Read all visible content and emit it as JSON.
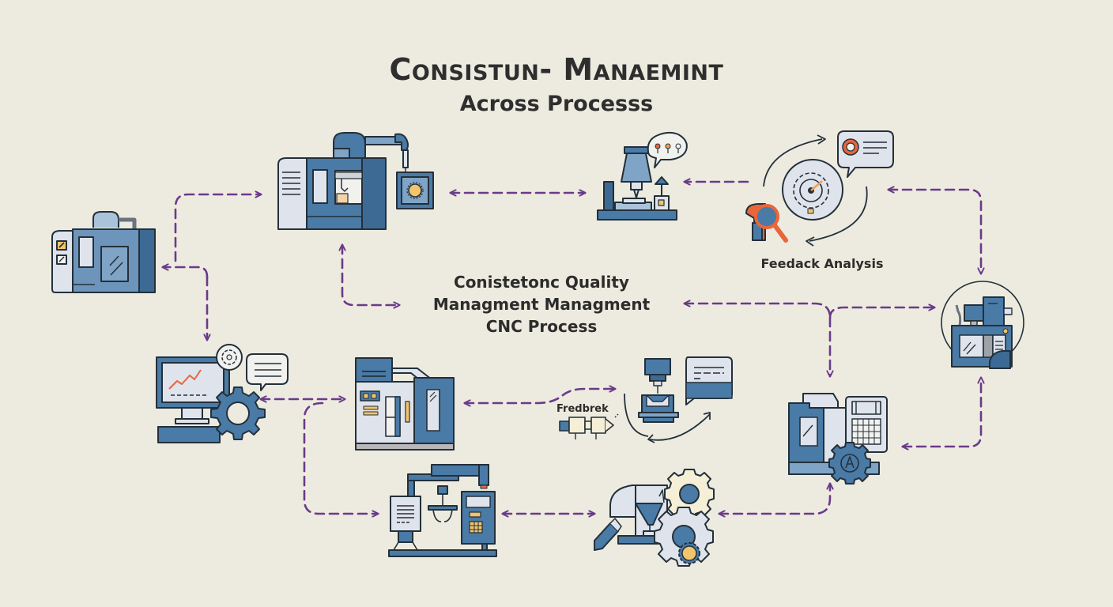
{
  "title": {
    "main": "Consistun- Manaemint",
    "sub": "Across Processs"
  },
  "center_label": {
    "lines": [
      "Conistetonc Quality",
      "Managment Managment",
      "CNC Process"
    ]
  },
  "labels": {
    "feedback_analysis": "Feedack Analysis",
    "fredbrek": "Fredbrek"
  },
  "colors": {
    "background": "#edebdf",
    "machine_blue": "#4a7aa6",
    "machine_blue_dark": "#3d6a94",
    "panel_light": "#dfe3ec",
    "arrow_purple": "#6a3a8a",
    "accent_orange": "#e8663a",
    "accent_yellow": "#f2c46b",
    "outline": "#23303a"
  },
  "nodes": [
    {
      "id": "cnc-lathe-left",
      "icon": "cnc-machine-icon"
    },
    {
      "id": "cnc-robot-arm",
      "icon": "robotic-cnc-icon"
    },
    {
      "id": "inspection-station",
      "icon": "measurement-microscope-icon"
    },
    {
      "id": "feedback-analysis",
      "icon": "feedback-cycle-icon",
      "label": "Feedack Analysis"
    },
    {
      "id": "monitoring-pc",
      "icon": "monitoring-computer-icon"
    },
    {
      "id": "cnc-cabinet",
      "icon": "cnc-cabinet-icon"
    },
    {
      "id": "milling-feedback",
      "icon": "milling-feedback-icon",
      "label": "Fredbrek"
    },
    {
      "id": "automation-cell",
      "icon": "automation-controller-icon"
    },
    {
      "id": "design-gears",
      "icon": "design-gears-icon"
    },
    {
      "id": "cnc-controller",
      "icon": "cnc-controller-icon"
    },
    {
      "id": "cnc-circle-machine",
      "icon": "cnc-machine-circle-icon"
    }
  ]
}
